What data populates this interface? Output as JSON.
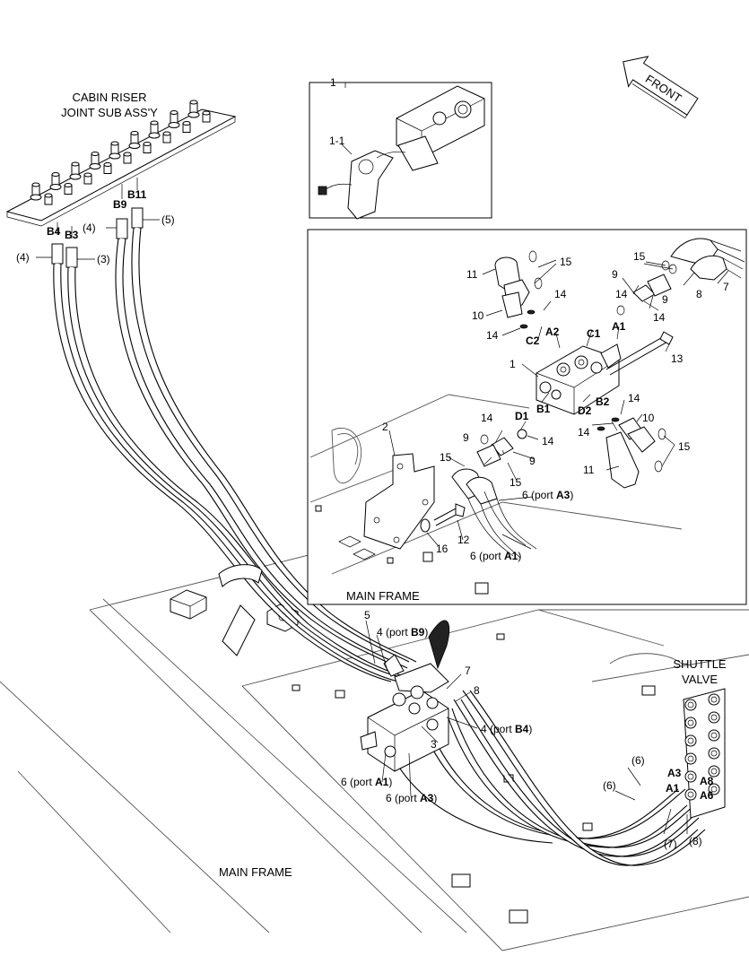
{
  "titles": {
    "cabin_riser": [
      "CABIN RISER",
      "JOINT SUB ASS'Y"
    ],
    "front": "FRONT",
    "main_frame_inset": "MAIN FRAME",
    "main_frame": "MAIN FRAME",
    "shuttle_valve": [
      "SHUTTLE",
      "VALVE"
    ]
  },
  "inset_small": {
    "item1": "1",
    "item1_1": "1-1"
  },
  "riser_ports": {
    "b4": "B4",
    "b3": "B3",
    "b9": "B9",
    "b11": "B11"
  },
  "riser_hoses": {
    "h4_left": "(4)",
    "h3": "(3)",
    "h4": "(4)",
    "h5": "(5)"
  },
  "inset_large": {
    "n11_top": "11",
    "n15_top": "15",
    "n14_a": "14",
    "n10": "10",
    "n14_b": "14",
    "c2": "C2",
    "a2": "A2",
    "c1": "C1",
    "a1": "A1",
    "n1": "1",
    "n13": "13",
    "n9_a": "9",
    "n15_r": "15",
    "n8": "8",
    "n7": "7",
    "n14_c": "14",
    "n9_b": "9",
    "n14_d": "14",
    "b1": "B1",
    "b2": "B2",
    "d1": "D1",
    "d2": "D2",
    "n14_e": "14",
    "n10_b": "10",
    "n14_f": "14",
    "n14_g": "14",
    "n15_b": "15",
    "n11_b": "11",
    "n2": "2",
    "n14_h": "14",
    "n9_c": "9",
    "n15_c": "15",
    "n9_d": "9",
    "n15_d": "15",
    "n16": "16",
    "n12": "12",
    "port_a3_pre": "6 (port ",
    "port_a3": "A3",
    "port_close": ")",
    "port_a1_pre": "6 (port ",
    "port_a1": "A1"
  },
  "main_callouts": {
    "n5": "5",
    "n4_b9_pre": "4 (port ",
    "b9": "B9",
    "close": ")",
    "n7": "7",
    "n8": "8",
    "n4_b4_pre": "4 (port ",
    "b4": "B4",
    "n3": "3",
    "n6_a1_pre": "6 (port ",
    "a1": "A1",
    "n6_a3_pre": "6 (port ",
    "a3": "A3"
  },
  "shuttle_callouts": {
    "h6_top": "(6)",
    "h6": "(6)",
    "a3": "A3",
    "a1": "A1",
    "a8": "A8",
    "a6": "A6",
    "h7": "(7)",
    "h8": "(8)"
  }
}
